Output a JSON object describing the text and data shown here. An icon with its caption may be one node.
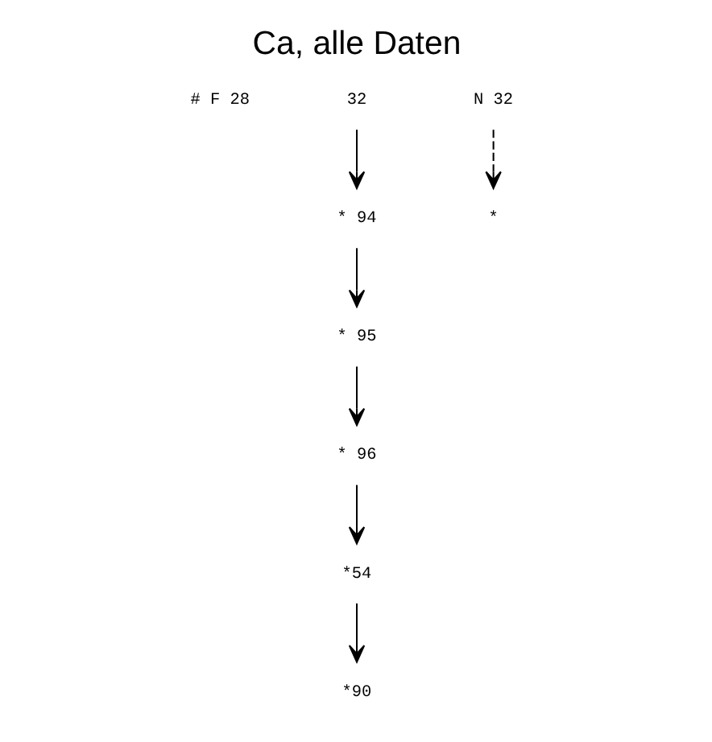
{
  "diagram": {
    "title": "Ca, alle Daten",
    "nodes": [
      {
        "text": [
          "* 96"
        ]
      },
      {
        "text": [
          "* 95"
        ]
      },
      {
        "text": [
          "N 32"
        ]
      },
      {
        "text": [
          "32"
        ]
      },
      {
        "text": [
          "*"
        ]
      },
      {
        "text": [
          "*54"
        ]
      },
      {
        "text": [
          "*90"
        ]
      },
      {
        "text": [
          "* 94"
        ]
      }
    ],
    "edges": [
      {
        "from": 1,
        "to": 0,
        "arrow": "to"
      },
      {
        "from": 0,
        "to": 5,
        "arrow": "to"
      },
      {
        "from": 7,
        "to": 1,
        "arrow": "to"
      },
      {
        "from": 2,
        "to": 4,
        "arrow": "to",
        "style": "dashed"
      },
      {
        "from": 3,
        "to": 7,
        "arrow": "to"
      },
      {
        "from": 5,
        "to": 6,
        "arrow": "to"
      }
    ],
    "labels": [
      "# F 28"
    ]
  }
}
